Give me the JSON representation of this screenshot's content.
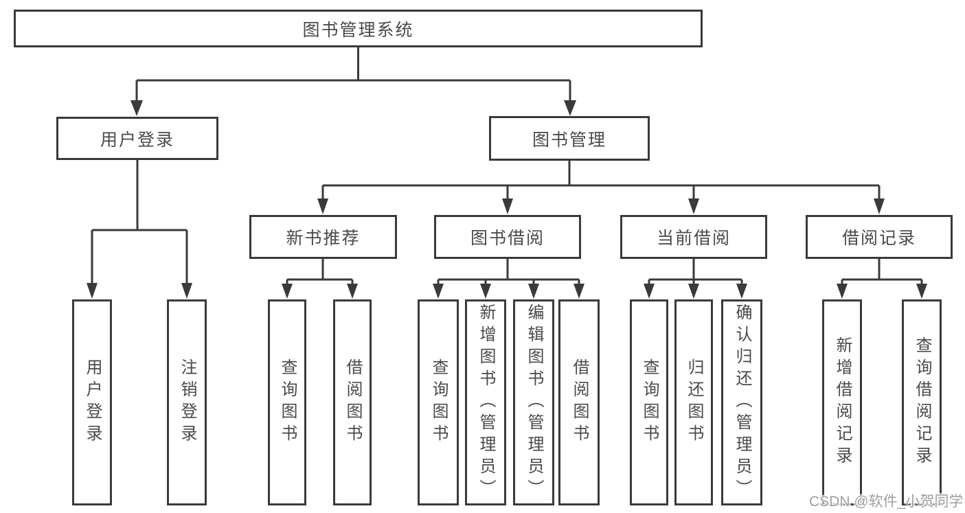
{
  "diagram_title": "图书管理系统",
  "watermark": "CSDN @软件_小贺同学",
  "colors": {
    "line": "#3a3a3a",
    "node_border": "#3a3a3a",
    "node_text": "#4a4a4a",
    "watermark_text": "#9e9e9e",
    "background": "#ffffff"
  },
  "nodes": {
    "root": {
      "label": "图书管理系统"
    },
    "user_login": {
      "label": "用户登录"
    },
    "book_mgmt": {
      "label": "图书管理"
    },
    "new_book_rec": {
      "label": "新书推荐"
    },
    "book_borrow": {
      "label": "图书借阅"
    },
    "current_borrow": {
      "label": "当前借阅"
    },
    "borrow_record": {
      "label": "借阅记录"
    },
    "leaf_user_login": {
      "label": "用户登录"
    },
    "leaf_logout": {
      "label": "注销登录"
    },
    "leaf_nb_query": {
      "label": "查询图书"
    },
    "leaf_nb_borrow": {
      "label": "借阅图书"
    },
    "leaf_bb_query": {
      "label": "查询图书"
    },
    "leaf_bb_add": {
      "label": "新增图书（管理员）"
    },
    "leaf_bb_edit": {
      "label": "编辑图书（管理员）"
    },
    "leaf_bb_borrow": {
      "label": "借阅图书"
    },
    "leaf_cb_query": {
      "label": "查询图书"
    },
    "leaf_cb_return": {
      "label": "归还图书"
    },
    "leaf_cb_confirm": {
      "label": "确认归还（管理员）"
    },
    "leaf_br_add": {
      "label": "新增借阅记录"
    },
    "leaf_br_query": {
      "label": "查询借阅记录"
    }
  },
  "hierarchy": {
    "图书管理系统": {
      "用户登录": [
        "用户登录",
        "注销登录"
      ],
      "图书管理": {
        "新书推荐": [
          "查询图书",
          "借阅图书"
        ],
        "图书借阅": [
          "查询图书",
          "新增图书（管理员）",
          "编辑图书（管理员）",
          "借阅图书"
        ],
        "当前借阅": [
          "查询图书",
          "归还图书",
          "确认归还（管理员）"
        ],
        "借阅记录": [
          "新增借阅记录",
          "查询借阅记录"
        ]
      }
    }
  }
}
